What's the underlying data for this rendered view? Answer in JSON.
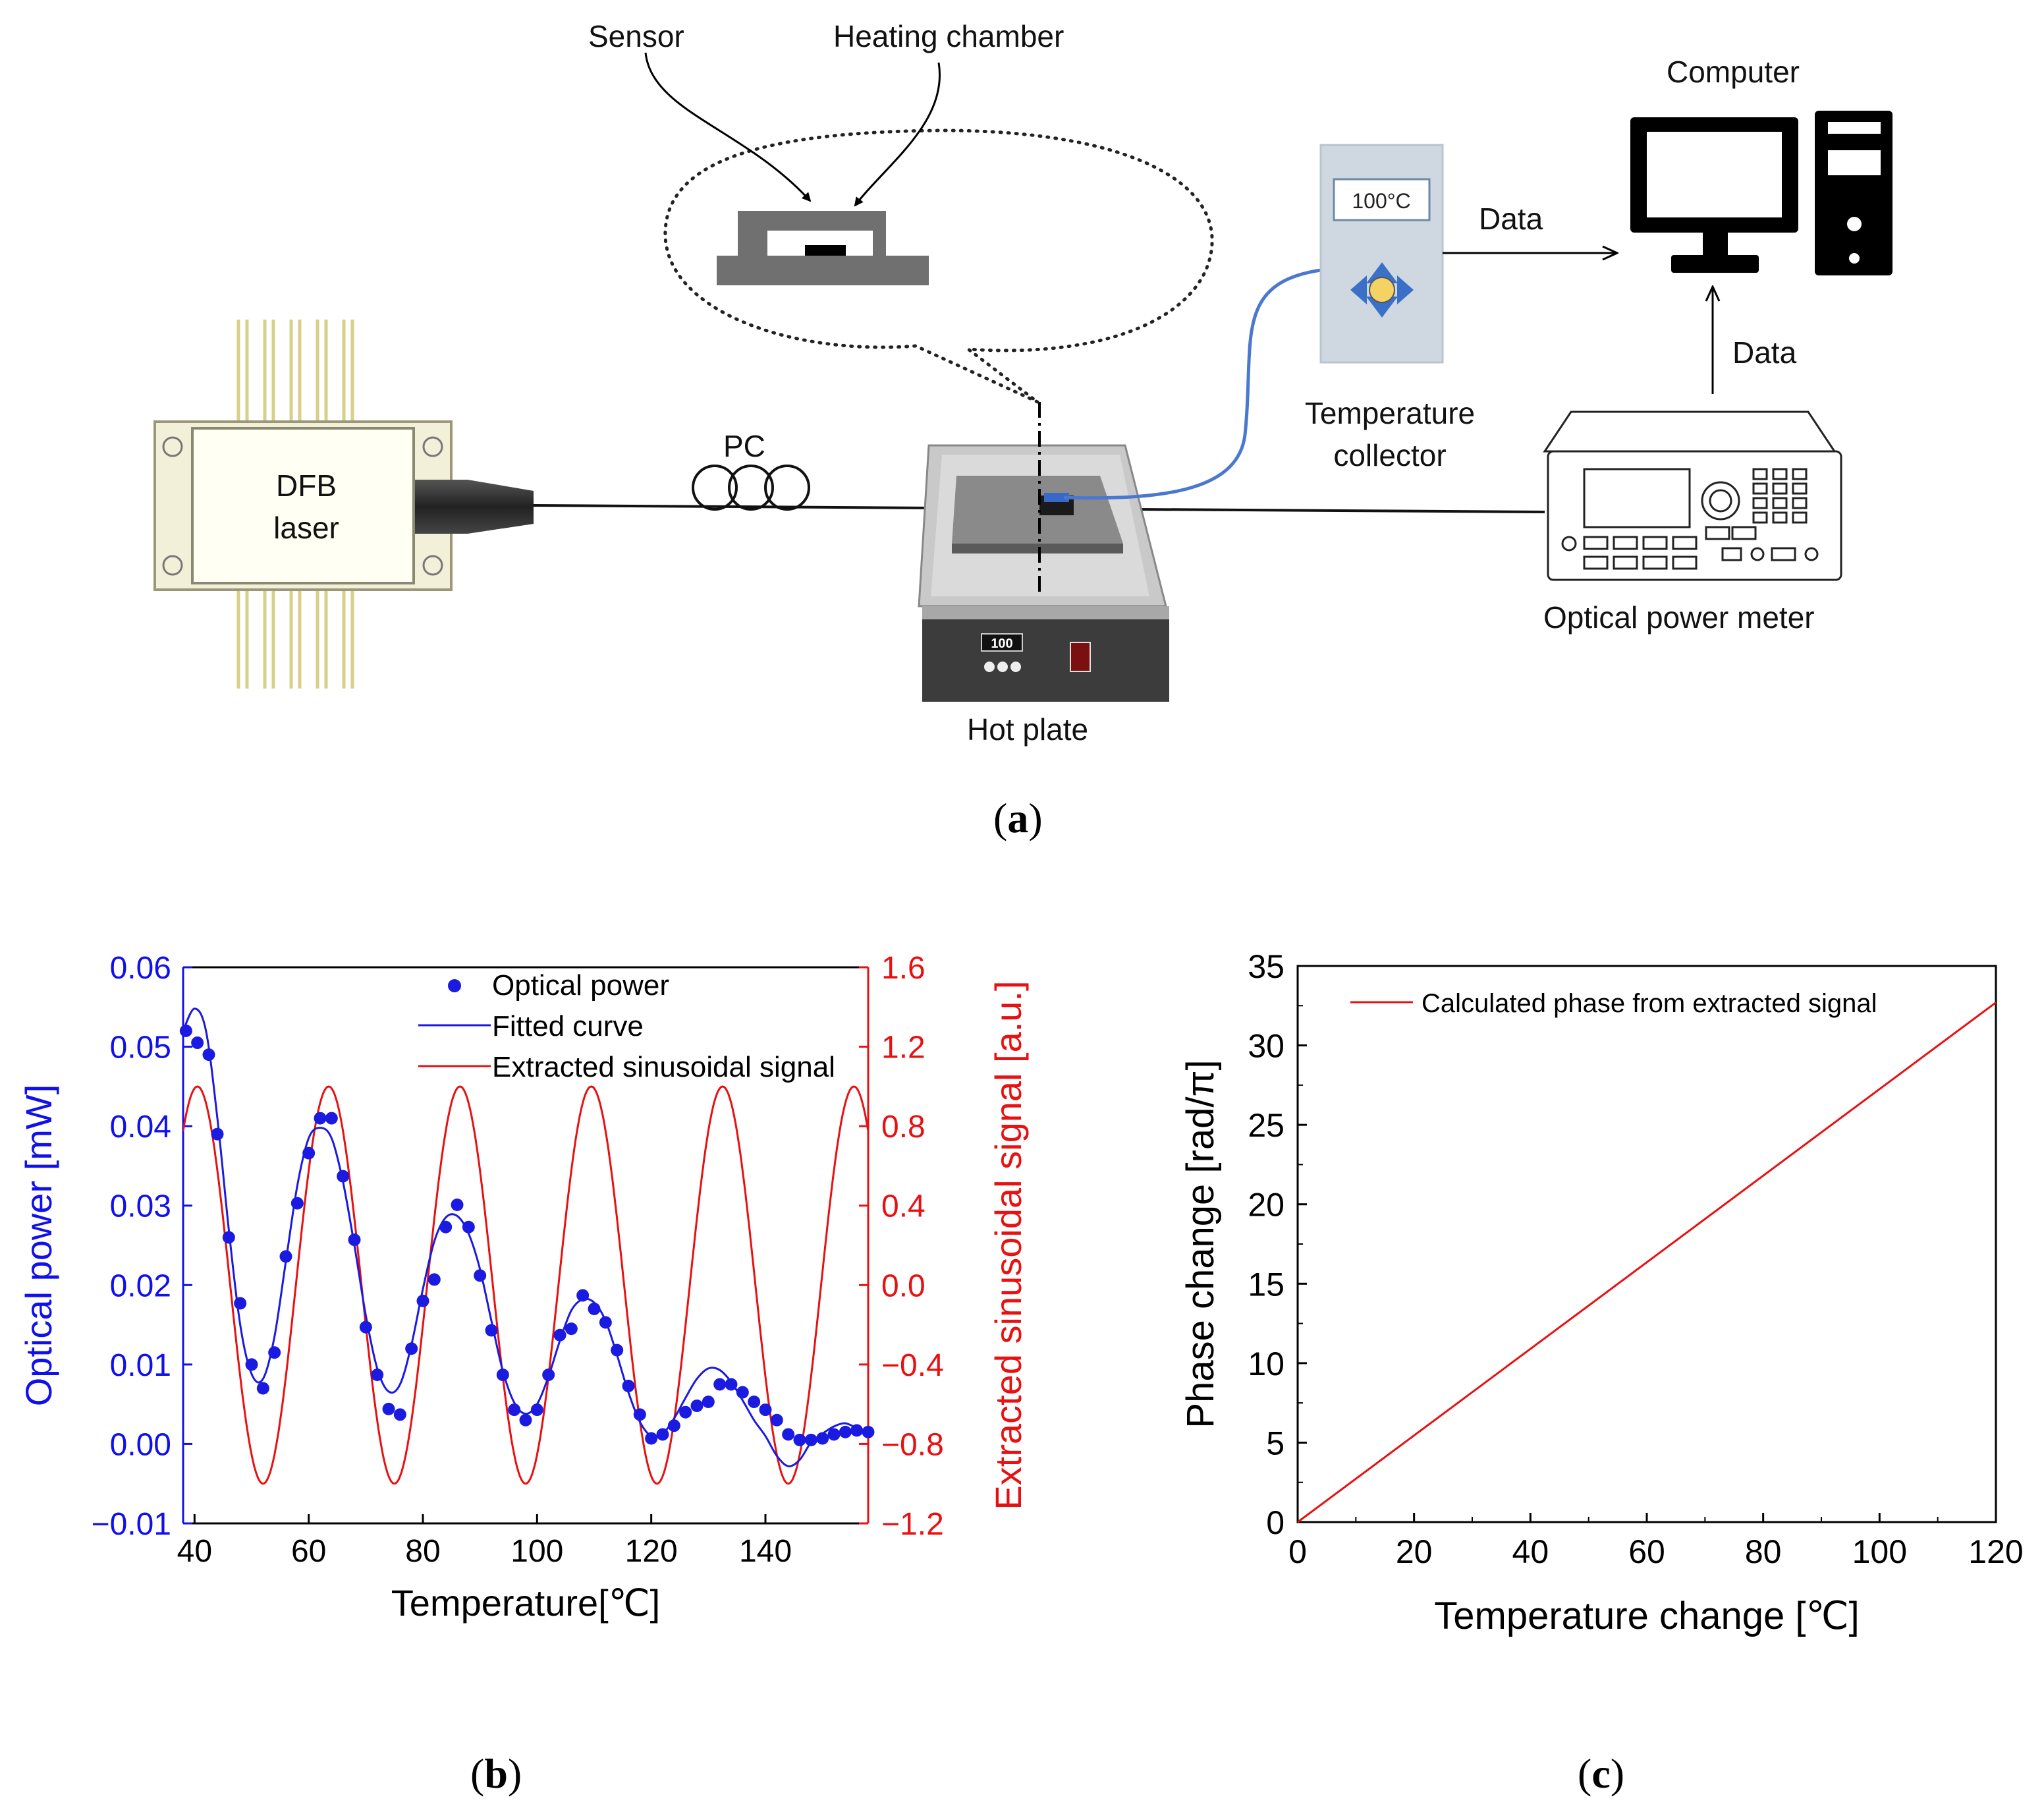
{
  "panel_a": {
    "label": "a",
    "sensor": "Sensor",
    "heating_chamber": "Heating chamber",
    "computer": "Computer",
    "data_1": "Data",
    "data_2": "Data",
    "temp_display": "100°C",
    "temperature_collector_1": "Temperature",
    "temperature_collector_2": "collector",
    "dfb_1": "DFB",
    "dfb_2": "laser",
    "pc": "PC",
    "hot_plate": "Hot plate",
    "hot_plate_display": "100",
    "optical_power_meter": "Optical power meter"
  },
  "panel_b_label": "b",
  "panel_c_label": "c",
  "chart_data": [
    {
      "type": "scatter",
      "xlabel": "Temperature[℃]",
      "ylabel": "Optical power [mW]",
      "y2label": "Extracted sinusoidal signal [a.u.]",
      "xlim": [
        38,
        158
      ],
      "ylim": [
        -0.01,
        0.06
      ],
      "y2lim": [
        -1.2,
        1.6
      ],
      "xticks": [
        "40",
        "60",
        "80",
        "100",
        "120",
        "140"
      ],
      "yticks": [
        "−0.01",
        "0.00",
        "0.01",
        "0.02",
        "0.03",
        "0.04",
        "0.05",
        "0.06"
      ],
      "y2ticks": [
        "−1.2",
        "−0.8",
        "−0.4",
        "0.0",
        "0.4",
        "0.8",
        "1.2",
        "1.6"
      ],
      "legend_position": "top-right",
      "colors": {
        "left_axis": "#1010ee",
        "right_axis": "#e81010",
        "points": "#1a1ae0",
        "fit": "#1a1ae0",
        "signal": "#e81010"
      },
      "series": [
        {
          "name": "Optical power",
          "kind": "points",
          "x": [
            38.5,
            40.5,
            42.5,
            44,
            46,
            48,
            50,
            52,
            54,
            56,
            58,
            60,
            62,
            64,
            66,
            68,
            70,
            72,
            74,
            76,
            78,
            80,
            82,
            84,
            86,
            88,
            90,
            92,
            94,
            96,
            98,
            100,
            102,
            104,
            106,
            108,
            110,
            112,
            114,
            116,
            118,
            120,
            122,
            124,
            126,
            128,
            130,
            132,
            134,
            136,
            138,
            140,
            142,
            144,
            146,
            148,
            150,
            152,
            154,
            156,
            158
          ],
          "y": [
            0.052,
            0.0505,
            0.049,
            0.039,
            0.026,
            0.0177,
            0.01,
            0.007,
            0.0115,
            0.0236,
            0.0303,
            0.0366,
            0.041,
            0.041,
            0.0337,
            0.0257,
            0.0147,
            0.0087,
            0.0044,
            0.0037,
            0.012,
            0.018,
            0.0207,
            0.0273,
            0.0301,
            0.0273,
            0.0212,
            0.0143,
            0.0087,
            0.0043,
            0.003,
            0.0043,
            0.0087,
            0.0137,
            0.0145,
            0.0187,
            0.017,
            0.0153,
            0.0118,
            0.0073,
            0.0037,
            0.0007,
            0.0012,
            0.0023,
            0.004,
            0.0048,
            0.0053,
            0.0075,
            0.0075,
            0.0065,
            0.0053,
            0.0043,
            0.003,
            0.0012,
            0.0005,
            0.0005,
            0.0007,
            0.0012,
            0.0015,
            0.0017,
            0.0015
          ]
        },
        {
          "name": "Fitted curve",
          "kind": "line",
          "x": [
            38,
            40,
            42,
            44,
            46,
            48,
            50,
            52,
            54,
            56,
            58,
            60,
            62,
            64,
            66,
            68,
            70,
            72,
            74,
            76,
            78,
            80,
            82,
            84,
            86,
            88,
            90,
            92,
            94,
            96,
            98,
            100,
            102,
            104,
            106,
            108,
            110,
            112,
            114,
            116,
            118,
            120,
            122,
            124,
            126,
            128,
            130,
            132,
            134,
            136,
            138,
            140,
            142,
            144,
            146,
            148,
            150,
            152,
            154,
            156,
            158
          ],
          "y": [
            0.052,
            0.0548,
            0.052,
            0.041,
            0.027,
            0.015,
            0.0088,
            0.0082,
            0.0135,
            0.023,
            0.0325,
            0.0385,
            0.0398,
            0.0385,
            0.033,
            0.025,
            0.0162,
            0.0095,
            0.0066,
            0.0075,
            0.0125,
            0.0195,
            0.0255,
            0.0285,
            0.0287,
            0.0265,
            0.022,
            0.0155,
            0.0092,
            0.0052,
            0.0038,
            0.005,
            0.0085,
            0.013,
            0.0168,
            0.0182,
            0.0178,
            0.0155,
            0.0112,
            0.0065,
            0.0028,
            0.001,
            0.0013,
            0.0032,
            0.0058,
            0.0082,
            0.0095,
            0.0093,
            0.0078,
            0.0055,
            0.003,
            0.001,
            -0.0015,
            -0.0028,
            -0.002,
            0.0002,
            0.0013,
            0.0022,
            0.0026,
            0.002,
            0.0015
          ]
        },
        {
          "name": "Extracted sinusoidal signal",
          "kind": "line",
          "axis": "right",
          "period_c": [
            23,
            23,
            23,
            23,
            23
          ],
          "peaks_x": [
            40.5,
            63.5,
            86.5,
            109.5,
            132.5,
            155.5
          ],
          "amplitude": 1.0
        }
      ]
    },
    {
      "type": "line",
      "xlabel": "Temperature change [℃]",
      "ylabel": "Phase change [rad/π]",
      "xlim": [
        0,
        120
      ],
      "ylim": [
        0,
        35
      ],
      "xticks": [
        "0",
        "20",
        "40",
        "60",
        "80",
        "100",
        "120"
      ],
      "yticks": [
        "0",
        "5",
        "10",
        "15",
        "20",
        "25",
        "30",
        "35"
      ],
      "legend_position": "top-left",
      "series": [
        {
          "name": "Calculated phase from extracted signal",
          "color": "#e81010",
          "x": [
            0,
            120
          ],
          "y": [
            0,
            32.7
          ]
        }
      ]
    }
  ]
}
